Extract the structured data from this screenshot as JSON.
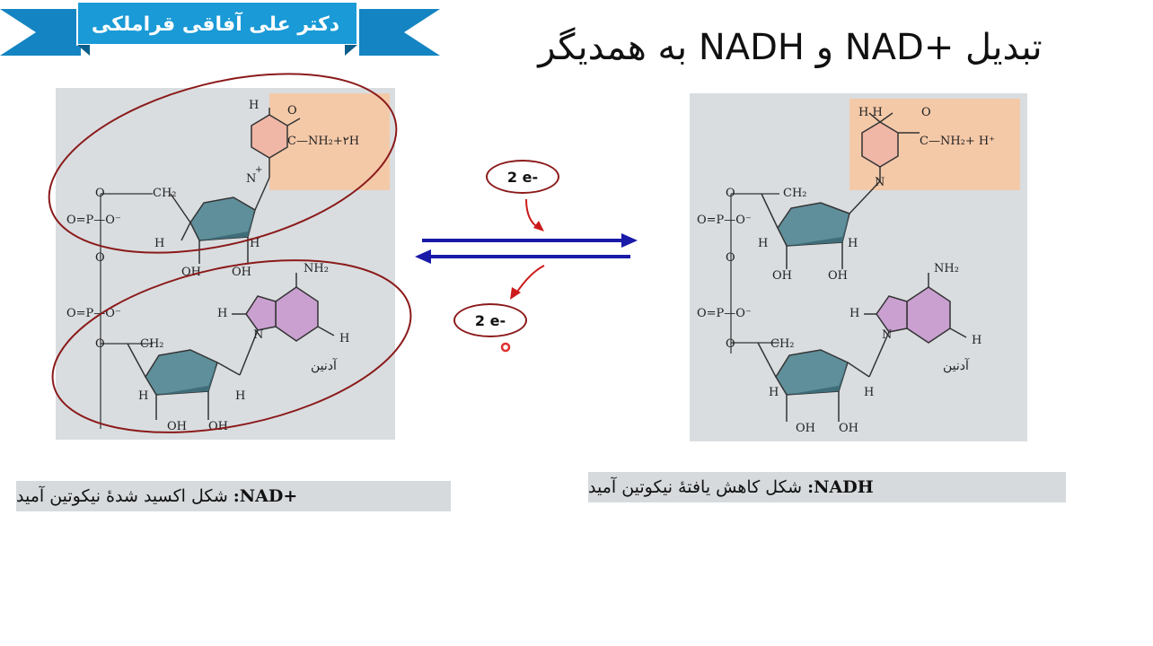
{
  "ribbon": {
    "text": "دکتر علی آفاقی قراملکی",
    "color": "#1a9ad6"
  },
  "title": "تبدیل +NAD و NADH به همدیگر",
  "left_structure": {
    "labels": {
      "h_top": "H",
      "amide": "C—NH₂+‏۲H",
      "o_amide": "O",
      "n_plus": "N",
      "plus": "+",
      "o1": "O",
      "ch2_1": "CH₂",
      "p1": "O=P—O⁻",
      "o_link": "O",
      "p2": "O=P—O⁻",
      "o2": "O",
      "ch2_2": "CH₂",
      "nh2": "NH₂",
      "h_ad1": "H",
      "h_ad2": "H",
      "n_ad": "N",
      "oh1": "OH",
      "oh2": "OH",
      "oh3": "OH",
      "oh4": "OH",
      "h1": "H",
      "h2": "H",
      "h3": "H",
      "h4": "H",
      "adenine": "آدنین"
    }
  },
  "right_structure": {
    "labels": {
      "h_top": "H  H",
      "amide": "C—NH₂+ H⁺",
      "o_amide": "O",
      "n": "N",
      "o1": "O",
      "ch2_1": "CH₂",
      "p1": "O=P—O⁻",
      "o_link": "O",
      "p2": "O=P—O⁻",
      "o2": "O",
      "ch2_2": "CH₂",
      "nh2": "NH₂",
      "h_ad1": "H",
      "h_ad2": "H",
      "n_ad": "N",
      "oh1": "OH",
      "oh2": "OH",
      "oh3": "OH",
      "oh4": "OH",
      "h1": "H",
      "h2": "H",
      "h3": "H",
      "h4": "H",
      "adenine": "آدنین"
    }
  },
  "electrons": {
    "top": "2 e-",
    "bottom": "2 e-"
  },
  "captions": {
    "left_bold": "+NAD:",
    "left_text": "شکل اکسید شدهٔ نیکوتین آمید",
    "right_bold": "NADH:",
    "right_text": "شکل کاهش یافتهٔ نیکوتین آمید"
  },
  "colors": {
    "annotation": "#8b1a1a",
    "arrow": "#1a1aa8",
    "red_arrow": "#cc1a1a",
    "sugar": "#5f8f9a",
    "adenine": "#c9a0d0",
    "nicotinamide": "#f4c9a8"
  }
}
